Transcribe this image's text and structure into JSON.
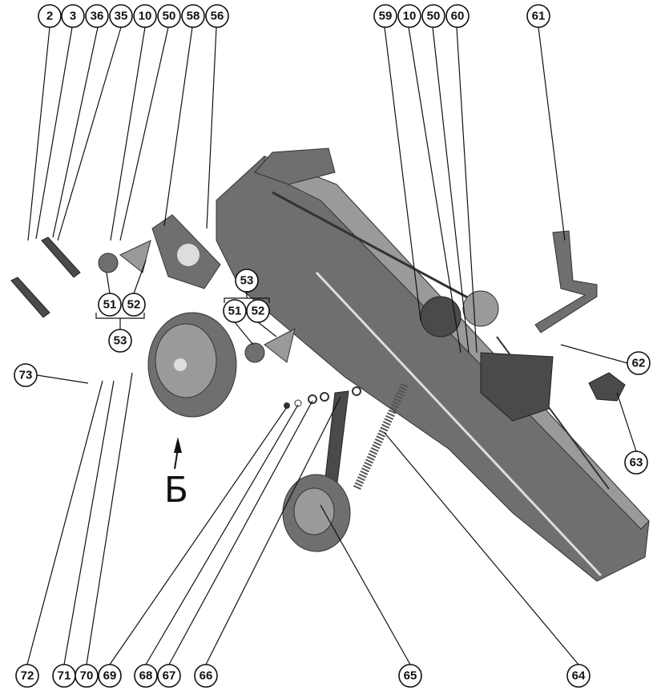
{
  "diagram": {
    "view_label": "Б",
    "callouts_top_left": [
      "2",
      "3",
      "36",
      "35",
      "10",
      "50",
      "58",
      "56"
    ],
    "callouts_top_right": [
      "59",
      "10",
      "50",
      "60"
    ],
    "callout_61": "61",
    "callout_62": "62",
    "callout_63": "63",
    "callout_73": "73",
    "group_left": {
      "a": "51",
      "b": "52",
      "assembly": "53"
    },
    "group_mid": {
      "a": "51",
      "b": "52",
      "assembly": "53"
    },
    "callouts_bottom": [
      "72",
      "71",
      "70",
      "69",
      "68",
      "67",
      "66",
      "65",
      "64"
    ]
  }
}
